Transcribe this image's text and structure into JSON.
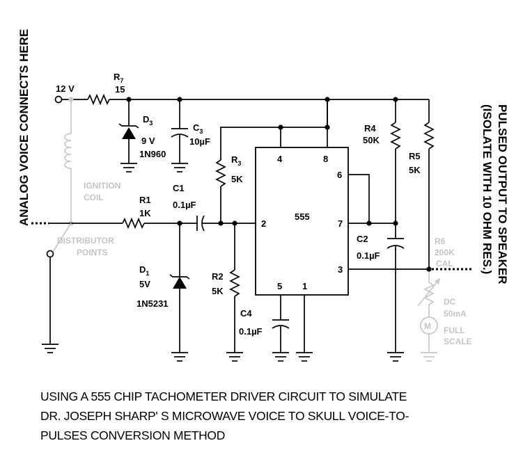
{
  "side_labels": {
    "left": "ANALOG VOICE CONNECTS HERE",
    "right_line1": "PULSED OUTPUT TO SPEAKER",
    "right_line2": "(ISOLATE WITH 10 OHM RES.)"
  },
  "labels": {
    "supply": "12 V",
    "r7_name": "R",
    "r7_sub": "7",
    "r7_value": "15",
    "d3_name": "D",
    "d3_sub": "3",
    "d3_voltage": "9 V",
    "d3_part": "1N960",
    "c3_name": "C",
    "c3_sub": "3",
    "c3_value": "10µF",
    "r3_name": "R",
    "r3_sub": "3",
    "r3_value": "5K",
    "ignition_line1": "IGNITION",
    "ignition_line2": "COIL",
    "r1_name": "R1",
    "r1_value": "1K",
    "c1_name": "C1",
    "c1_value": "0.1µF",
    "distributor_line1": "DISTRIBUTOR",
    "distributor_line2": "POINTS",
    "d1_name": "D",
    "d1_sub": "1",
    "d1_voltage": "5V",
    "d1_part": "1N5231",
    "r2_name": "R2",
    "r2_value": "5K",
    "c4_name": "C4",
    "c4_value": "0.1µF",
    "r4_name": "R4",
    "r4_value": "50K",
    "r5_name": "R5",
    "r5_value": "5K",
    "c2_name": "C2",
    "c2_value": "0.1µF",
    "r6_name": "R6",
    "r6_value": "200K",
    "r6_note": "CAL",
    "meter_line1": "DC",
    "meter_line2": "50mA",
    "meter_line3": "FULL",
    "meter_line4": "SCALE",
    "meter_symbol": "M"
  },
  "ic": {
    "name": "555",
    "pins": [
      "4",
      "8",
      "6",
      "2",
      "7",
      "3",
      "5",
      "1"
    ]
  },
  "caption": {
    "line1": "USING A 555 CHIP TACHOMETER DRIVER CIRCUIT TO SIMULATE",
    "line2": "DR. JOSEPH SHARP' S MICROWAVE VOICE TO SKULL VOICE-TO-",
    "line3": "PULSES CONVERSION METHOD"
  }
}
